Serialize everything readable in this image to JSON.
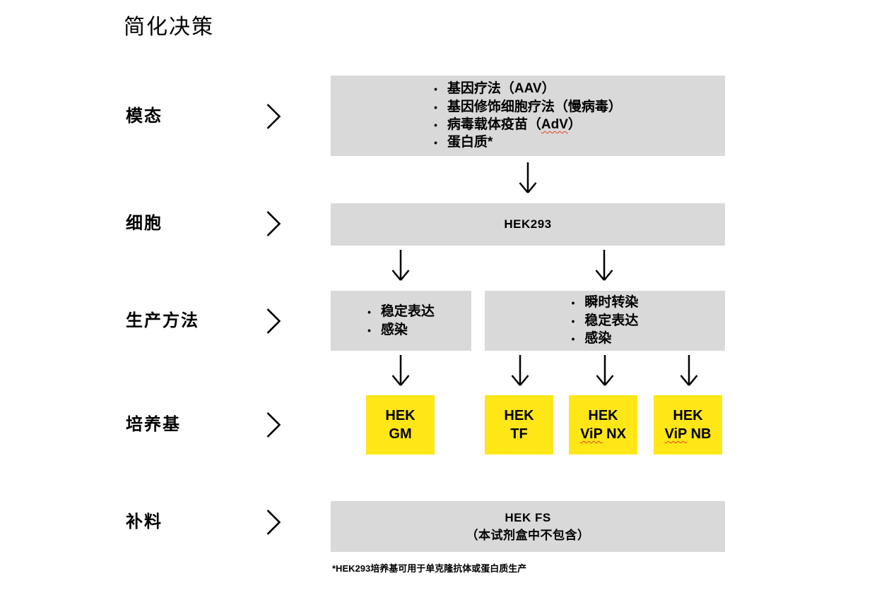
{
  "title": "简化决策",
  "row_labels": {
    "modality": "模态",
    "cell": "细胞",
    "production": "生产方法",
    "media": "培养基",
    "feed": "补料"
  },
  "modality_box": {
    "items": [
      [
        {
          "t": "基因疗法（AAV）"
        }
      ],
      [
        {
          "t": "基因修饰细胞疗法（慢病毒）"
        }
      ],
      [
        {
          "t": "病毒载体疫苗（"
        },
        {
          "t": "AdV",
          "m": true
        },
        {
          "t": "）"
        }
      ],
      [
        {
          "t": "蛋白质*"
        }
      ]
    ]
  },
  "cell_box": {
    "label": "HEK293"
  },
  "production_left_box": {
    "items": [
      [
        {
          "t": "稳定表达"
        }
      ],
      [
        {
          "t": "感染"
        }
      ]
    ]
  },
  "production_right_box": {
    "items": [
      [
        {
          "t": "瞬时转染"
        }
      ],
      [
        {
          "t": "稳定表达"
        }
      ],
      [
        {
          "t": "感染"
        }
      ]
    ]
  },
  "media_boxes": [
    {
      "line1": [
        {
          "t": "HEK"
        }
      ],
      "line2": [
        {
          "t": "GM"
        }
      ]
    },
    {
      "line1": [
        {
          "t": "HEK"
        }
      ],
      "line2": [
        {
          "t": "TF"
        }
      ]
    },
    {
      "line1": [
        {
          "t": "HEK"
        }
      ],
      "line2": [
        {
          "t": "ViP",
          "m": true
        },
        {
          "t": " NX"
        }
      ]
    },
    {
      "line1": [
        {
          "t": "HEK"
        }
      ],
      "line2": [
        {
          "t": "ViP",
          "m": true
        },
        {
          "t": " NB"
        }
      ]
    }
  ],
  "feed_box": {
    "line1": "HEK FS",
    "line2": "（本试剂盒中不包含）"
  },
  "footnote": "*HEK293培养基可用于单克隆抗体或蛋白质生产",
  "colors": {
    "background": "#ffffff",
    "box_gray": "#d9d9d9",
    "media_yellow": "#ffe617",
    "text": "#000000",
    "misspell_wave": "#e8401b"
  }
}
